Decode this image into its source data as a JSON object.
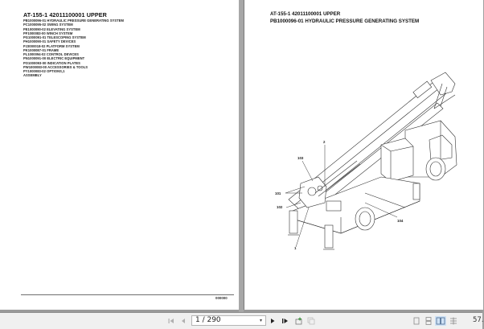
{
  "left_page": {
    "title": "AT-155-1 42011100001 UPPER",
    "items": [
      "PB1000096-01 HYDRAULIC PRESSURE GENERATING SYSTEM",
      "PC1000095-02 SWING SYSTEM",
      "PE1000090-02 ELEVATING SYSTEM",
      "PF1000083-00 WINCH SYSTEM",
      "PG1000091-01 TELESCOPING SYSTEM",
      "PH1000090-01 SAFETY DEVICES",
      "PJ3000018-02 PLATFORM SYSTEM",
      "PK1000087-01 FRAME",
      "PL1000094-02 CONTROL DEVICES",
      "PN1000091-00 ELECTRIC EQUIPMENT",
      "PO1000093-00 INDICATION PLATES",
      "PW1000083-00 ACCESSORIES & TOOLS",
      "PY1000083-02 OPTIONS,1",
      "ASSEMBLY"
    ],
    "footer_code": "000000"
  },
  "right_page": {
    "title_line1": "AT-155-1 42011100001 UPPER",
    "title_line2": "PB1000096-01 HYDRAULIC PRESSURE GENERATING SYSTEM",
    "callouts": {
      "c103": "103",
      "c2": "2",
      "c101": "101",
      "c102": "102",
      "c104": "104",
      "c1": "1"
    }
  },
  "toolbar": {
    "first_page_icon": "first-page",
    "prev_page_icon": "previous-page",
    "page_indicator": "1 / 290",
    "next_page_icon": "next-page",
    "last_page_icon": "last-page",
    "zoom_value": "57.",
    "colors": {
      "background": "#f0f0f0",
      "selected_view": "#cfe2f6"
    }
  }
}
